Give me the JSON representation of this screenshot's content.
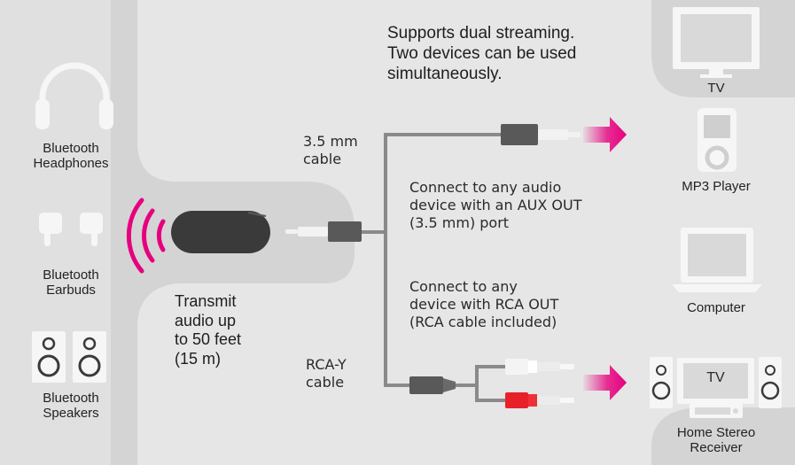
{
  "sources": [
    {
      "key": "headphones",
      "label": [
        "Bluetooth",
        "Headphones"
      ]
    },
    {
      "key": "earbuds",
      "label": [
        "Bluetooth",
        "Earbuds"
      ]
    },
    {
      "key": "speakers",
      "label": [
        "Bluetooth",
        "Speakers"
      ]
    }
  ],
  "targets": [
    {
      "key": "tv",
      "label": [
        "TV"
      ]
    },
    {
      "key": "mp3",
      "label": [
        "MP3 Player"
      ]
    },
    {
      "key": "computer",
      "label": [
        "Computer"
      ]
    },
    {
      "key": "stereo",
      "label": [
        "Home Stereo",
        "Receiver"
      ],
      "screen_text": "TV"
    }
  ],
  "notes": {
    "dual": [
      "Supports dual streaming.",
      "Two devices can be used",
      "simultaneously."
    ],
    "transmit": [
      "Transmit",
      "audio up",
      "to 50 feet",
      "(15 m)"
    ],
    "cable35": [
      "3.5 mm",
      "cable"
    ],
    "rcay": [
      "RCA-Y",
      "cable"
    ],
    "aux": [
      "Connect to any audio",
      "device with an AUX OUT",
      "(3.5 mm) port"
    ],
    "rca": [
      "Connect to any",
      "device with RCA OUT",
      "(RCA cable included)"
    ]
  },
  "colors": {
    "background": "#d4d4d4",
    "panel": "#e6e6e6",
    "accent": "#e6007e",
    "device": "#3a3a3a",
    "cable": "#8a8a8a",
    "rca_red": "#e8202a",
    "rca_white": "#f4f4f4"
  },
  "icons": [
    "headphones-icon",
    "earbuds-icon",
    "speakers-icon",
    "transmitter-icon",
    "signal-waves-icon",
    "tv-icon",
    "mp3-player-icon",
    "laptop-icon",
    "stereo-receiver-icon",
    "arrow-icon"
  ]
}
